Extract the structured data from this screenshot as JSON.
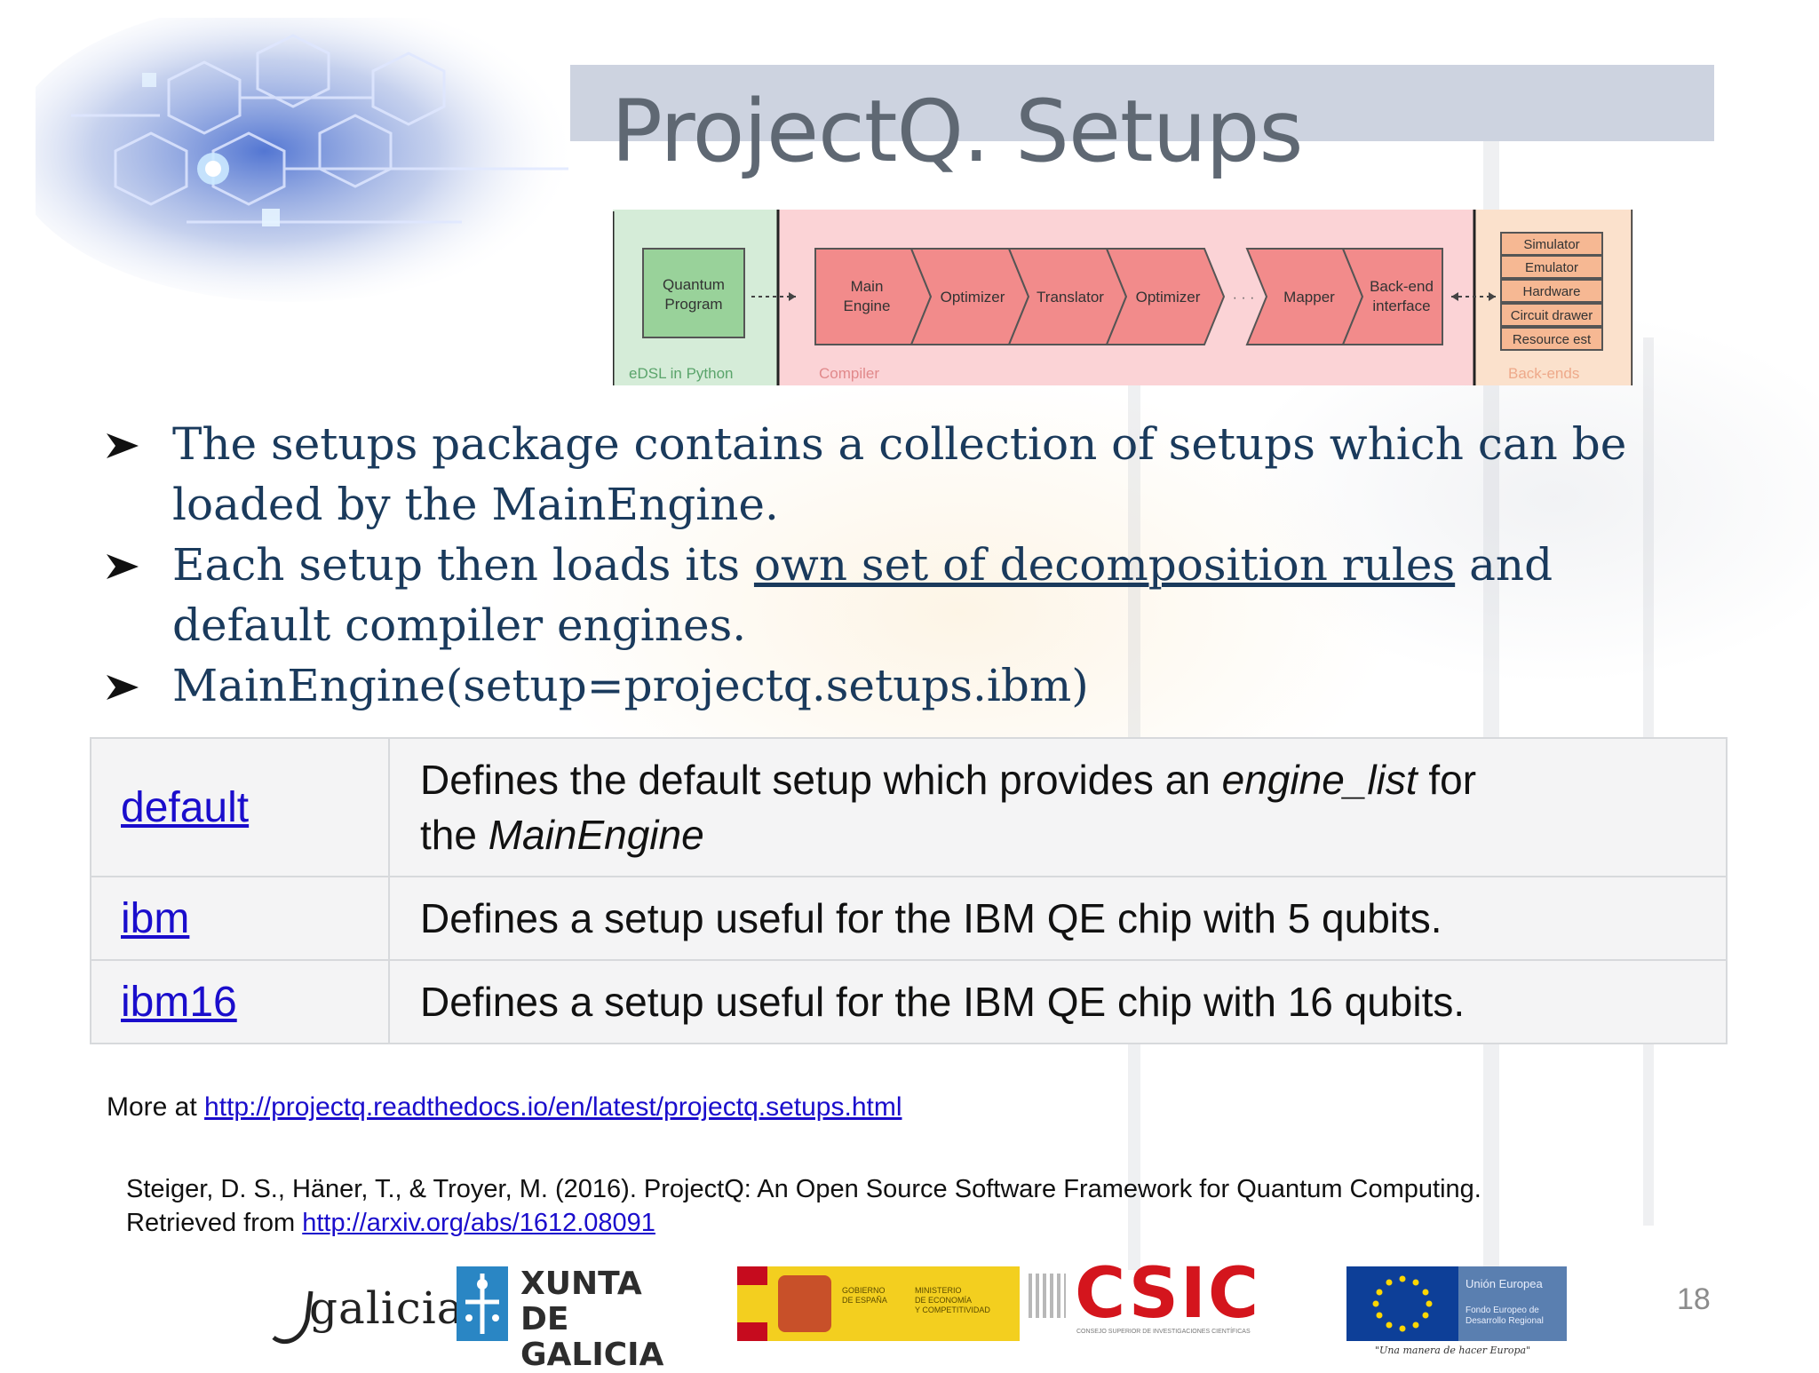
{
  "slide": {
    "title": "ProjectQ. Setups",
    "page_number": "18"
  },
  "diagram": {
    "quantum_program": [
      "Quantum",
      "Program"
    ],
    "edsl_label": "eDSL in Python",
    "main_engine": [
      "Main",
      "Engine"
    ],
    "optimizer_1": "Optimizer",
    "translator": "Translator",
    "optimizer_2": "Optimizer",
    "ellipsis": "· · ·",
    "mapper": "Mapper",
    "backend_interface": [
      "Back-end",
      "interface"
    ],
    "compiler_label": "Compiler",
    "backends": [
      "Simulator",
      "Emulator",
      "Hardware",
      "Circuit drawer",
      "Resource est"
    ],
    "backends_label": "Back-ends",
    "colors": {
      "green": "#99d29a",
      "pink": "#f28b8b",
      "peach": "#f6b893"
    }
  },
  "bullets": [
    {
      "text": "The setups package contains a collection of setups which can be loaded by the MainEngine."
    },
    {
      "pre": "Each setup then loads its ",
      "underlined": "own set of decomposition rules",
      "post": " and default compiler engines."
    },
    {
      "text": "MainEngine(setup=projectq.setups.ibm)"
    }
  ],
  "table": [
    {
      "key": "default",
      "desc_1": "Defines the default setup which provides an ",
      "desc_em1": "engine_list",
      "desc_2": " for",
      "desc_3": "the ",
      "desc_em2": "MainEngine"
    },
    {
      "key": "ibm",
      "desc": "Defines a setup useful for the IBM QE chip with 5 qubits."
    },
    {
      "key": "ibm16",
      "desc": "Defines a setup useful for the IBM QE chip with 16 qubits."
    }
  ],
  "more": {
    "prefix": "More at ",
    "url": "http://projectq.readthedocs.io/en/latest/projectq.setups.html"
  },
  "citation": {
    "line1": "Steiger, D. S., Häner, T., & Troyer, M. (2016). ProjectQ: An Open Source Software Framework for Quantum Computing.",
    "line2_prefix": "Retrieved from ",
    "url": "http://arxiv.org/abs/1612.08091"
  },
  "logos": {
    "galicia": "galicia",
    "xunta": [
      "XUNTA",
      "DE GALICIA"
    ],
    "gobierno": [
      "GOBIERNO",
      "DE ESPAÑA"
    ],
    "ministerio": [
      "MINISTERIO",
      "DE ECONOMÍA",
      "Y COMPETITIVIDAD"
    ],
    "csic": "CSIC",
    "csic_sub": "CONSEJO SUPERIOR DE INVESTIGACIONES CIENTÍFICAS",
    "eu_title": "Unión Europea",
    "eu_fund": [
      "Fondo Europeo de",
      "Desarrollo Regional"
    ],
    "eu_motto": "\"Una manera de hacer Europa\""
  }
}
